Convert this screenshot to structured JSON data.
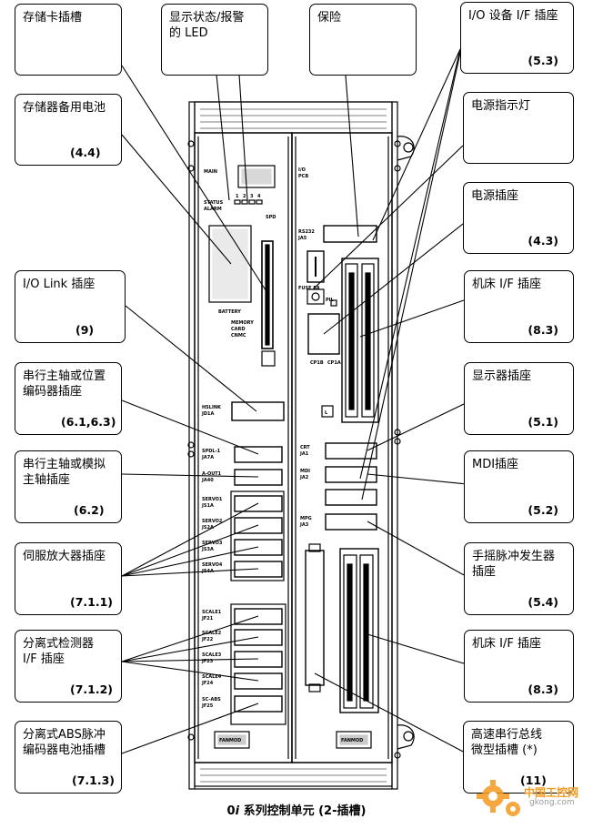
{
  "caption": "0i 系列控制单元 (2-插槽)",
  "caption_parts": {
    "italic": "0",
    "i": "i",
    "rest": " 系列控制单元 (2-插槽)"
  },
  "callouts": [
    {
      "id": "memory-card-slot",
      "text": [
        "存储卡插槽"
      ],
      "ref": ""
    },
    {
      "id": "status-alarm-led",
      "text": [
        "显示状态/报警",
        "的 LED"
      ],
      "ref": ""
    },
    {
      "id": "fuse",
      "text": [
        "保险"
      ],
      "ref": ""
    },
    {
      "id": "io-device-if-connector",
      "text": [
        "I/O 设备  I/F 插座"
      ],
      "ref": "(5.3)"
    },
    {
      "id": "memory-backup-battery",
      "text": [
        "存储器备用电池"
      ],
      "ref": "(4.4)"
    },
    {
      "id": "power-indicator",
      "text": [
        "电源指示灯"
      ],
      "ref": ""
    },
    {
      "id": "power-connector",
      "text": [
        "电源插座"
      ],
      "ref": "(4.3)"
    },
    {
      "id": "io-link-connector",
      "text": [
        "I/O Link  插座"
      ],
      "ref": "(9)"
    },
    {
      "id": "machine-if-connector-1",
      "text": [
        "机床 I/F 插座"
      ],
      "ref": "(8.3)"
    },
    {
      "id": "serial-spindle-encoder",
      "text": [
        "串行主轴或位置",
        "编码器插座"
      ],
      "ref": "(6.1,6.3)"
    },
    {
      "id": "display-connector",
      "text": [
        "显示器插座"
      ],
      "ref": "(5.1)"
    },
    {
      "id": "serial-analog-spindle",
      "text": [
        "串行主轴或模拟",
        "主轴插座"
      ],
      "ref": "(6.2)"
    },
    {
      "id": "mdi-connector",
      "text": [
        "MDI插座"
      ],
      "ref": "(5.2)"
    },
    {
      "id": "servo-amp-connector",
      "text": [
        "伺服放大器插座"
      ],
      "ref": "(7.1.1)"
    },
    {
      "id": "mpg-connector",
      "text": [
        "手摇脉冲发生器",
        "插座"
      ],
      "ref": "(5.4)"
    },
    {
      "id": "separate-detector-if",
      "text": [
        "分离式检测器",
        "I/F  插座"
      ],
      "ref": "(7.1.2)"
    },
    {
      "id": "machine-if-connector-2",
      "text": [
        "机床 I/F 插座"
      ],
      "ref": "(8.3)"
    },
    {
      "id": "abs-battery-connector",
      "text": [
        "分离式ABS脉冲",
        "编码器电池插槽"
      ],
      "ref": "(7.1.3)"
    },
    {
      "id": "hs-serial-bus-slot",
      "text": [
        "高速串行总线",
        "微型插槽 (*)"
      ],
      "ref": "(11)"
    }
  ],
  "unit_labels": {
    "main": "MAIN",
    "status": "STATUS",
    "alarm": "ALARM",
    "led_numbers": [
      "1",
      "2",
      "3",
      "4"
    ],
    "spd": "SPD",
    "battery": "BATTERY",
    "memory_card": [
      "MEMORY",
      "CARD",
      "CNMC"
    ],
    "io_pcb": [
      "I/O",
      "PCB"
    ],
    "rs232_ja5": [
      "RS232",
      "JA5"
    ],
    "fuse_label": "FUSE 5A",
    "pil": "PIL",
    "jd1a": [
      "JD1A"
    ],
    "ja7a": "JA7A",
    "l_marker": "L",
    "left_connectors": [
      [
        "HSLINK",
        "JD1A"
      ],
      [
        "SPDL-1",
        "JA7A"
      ],
      [
        "A-OUT1",
        "JA40"
      ],
      [
        "SERVO1",
        "JS1A"
      ],
      [
        "SERVO2",
        "JS2A"
      ],
      [
        "SERVO3",
        "JS3A"
      ],
      [
        "SERVO4",
        "JS4A"
      ],
      [
        "SCALE1",
        "JF21"
      ],
      [
        "SCALE2",
        "JF22"
      ],
      [
        "SCALE3",
        "JF23"
      ],
      [
        "SCALE4",
        "JF24"
      ],
      [
        "SC-ABS",
        "JF25"
      ]
    ],
    "right_connectors": [
      [
        "CRT",
        "JA1"
      ],
      [
        "MDI",
        "JA2"
      ],
      [
        "",
        ""
      ],
      [
        "MPG",
        "JA3"
      ]
    ],
    "io_labels": [
      "CP1B",
      "CP1A"
    ],
    "bottom_ports": [
      "FANMOD",
      "FANMOD"
    ]
  },
  "watermark": {
    "site": "gkong.com",
    "brand": "中国工控网"
  },
  "colors": {
    "line": "#000000",
    "panel": "#ffffff",
    "watermark_orange": "#f39a1e",
    "watermark_gray": "#9a9a9a"
  }
}
